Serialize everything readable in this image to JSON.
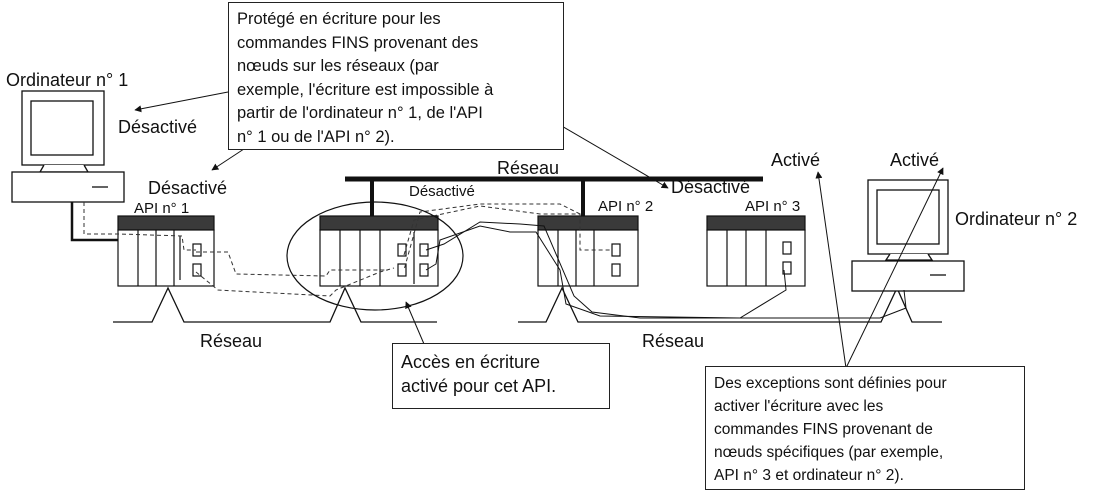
{
  "nodes": {
    "computer1_label": "Ordinateur n° 1",
    "computer2_label": "Ordinateur n° 2",
    "plc1_label": "API n° 1",
    "plc2_label": "API n° 2",
    "plc3_label": "API n° 3"
  },
  "networks": {
    "top_label": "Réseau",
    "left_label": "Réseau",
    "right_label": "Réseau"
  },
  "states": {
    "computer1": "Désactivé",
    "plc1": "Désactivé",
    "center_plc": "Désactivé",
    "plc2": "Désactivé",
    "plc3": "Activé",
    "computer2": "Activé"
  },
  "notes": {
    "write_protected": "Protégé en écriture pour les\ncommandes FINS provenant des\nnœuds sur les réseaux (par\nexemple, l'écriture est impossible à\npartir de l'ordinateur n° 1, de l'API\nn° 1 ou de l'API n° 2).",
    "write_enabled": "Accès en écriture\nactivé pour cet API.",
    "exceptions": "Des exceptions sont définies pour\nactiver l'écriture avec les\ncommandes FINS provenant de\nnœuds spécifiques (par exemple,\nAPI n° 3 et ordinateur n° 2)."
  }
}
